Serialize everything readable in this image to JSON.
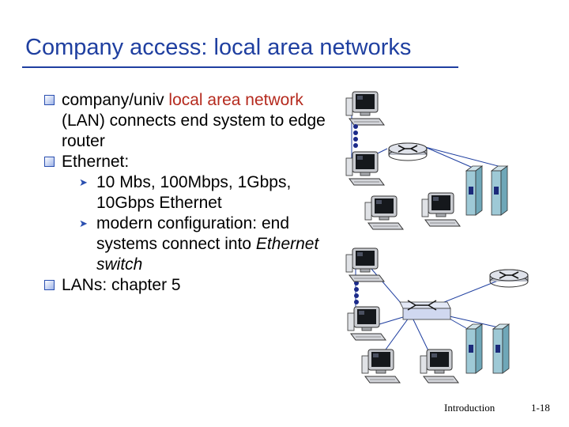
{
  "slide": {
    "title": "Company access: local area networks",
    "bullets": {
      "b1_part1": "company/univ ",
      "b1_highlight": "local area network",
      "b1_part2": " (LAN) connects end system to edge router",
      "b2": "Ethernet:",
      "b2_sub1": "10 Mbs, 100Mbps, 1Gbps, 10Gbps Ethernet",
      "b2_sub2_part1": "modern configuration: end systems connect into ",
      "b2_sub2_italic": "Ethernet switch",
      "b3": "LANs: chapter 5"
    },
    "footer": {
      "section": "Introduction",
      "page": "1-18"
    }
  },
  "colors": {
    "title": "#1f3fa0",
    "highlight": "#b52a1e",
    "bullet": "#2a4fb0"
  },
  "icons": [
    "square-bullet-icon",
    "arrow-bullet-icon",
    "computer-icon",
    "router-icon",
    "switch-icon",
    "server-icon"
  ]
}
